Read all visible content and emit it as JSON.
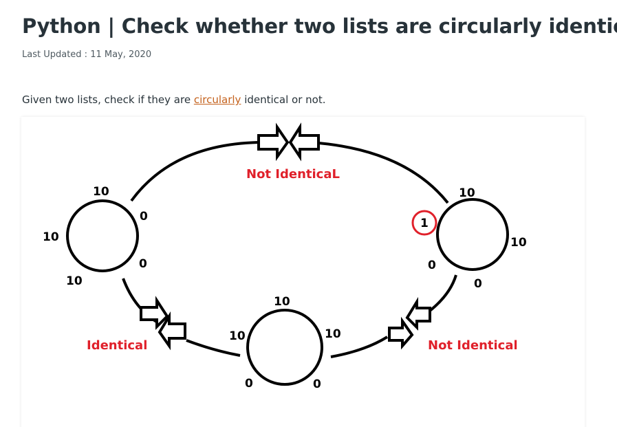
{
  "article": {
    "title": "Python | Check whether two lists are circularly identical",
    "last_updated": "Last Updated : 11 May, 2020",
    "intro_before": "Given two lists, check if they are ",
    "intro_link": "circularly",
    "intro_after": " identical or not."
  },
  "figure": {
    "circle_left": {
      "top": "10",
      "right_top": "0",
      "left": "10",
      "right_bottom": "0",
      "bottom": "10"
    },
    "circle_right": {
      "top": "10",
      "highlighted": "1",
      "right": "10",
      "left_bottom": "0",
      "bottom": "0"
    },
    "circle_bottom": {
      "top": "10",
      "left": "10",
      "right": "10",
      "bottom_left": "0",
      "bottom_right": "0"
    },
    "labels": {
      "top": "Not IdenticaL",
      "left": "Identical",
      "right": "Not Identical"
    },
    "colors": {
      "label_red": "#e0202a",
      "link_orange": "#c4611c",
      "title_text": "#273239"
    }
  }
}
